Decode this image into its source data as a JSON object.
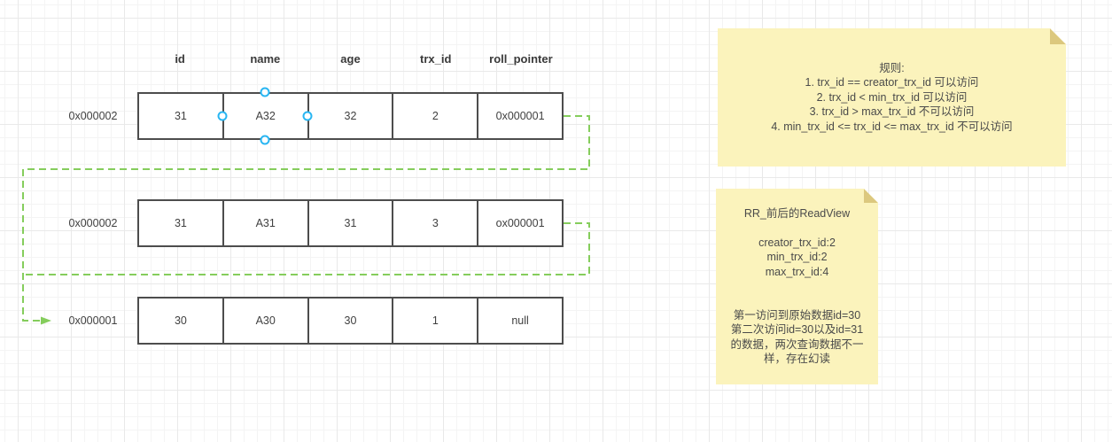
{
  "canvas": {
    "type": "diagram-grid-canvas",
    "grid": true
  },
  "table": {
    "headers": [
      "id",
      "name",
      "age",
      "trx_id",
      "roll_pointer"
    ]
  },
  "rows": [
    {
      "address": "0x000002",
      "cells": [
        "31",
        "A32",
        "32",
        "2",
        "0x000001"
      ],
      "selected_cell": "A32"
    },
    {
      "address": "0x000002",
      "cells": [
        "31",
        "A31",
        "31",
        "3",
        "ox000001"
      ]
    },
    {
      "address": "0x000001",
      "cells": [
        "30",
        "A30",
        "30",
        "1",
        "null"
      ]
    }
  ],
  "connectors": [
    {
      "from": "row-1 roll_pointer",
      "to": "row-3 address 0x000001",
      "style": "dashed",
      "arrow": "right"
    },
    {
      "from": "row-2 roll_pointer",
      "to": "row-3 address 0x000001",
      "style": "dashed"
    }
  ],
  "notes": [
    {
      "text": "规则:\n1. trx_id == creator_trx_id  可以访问\n2. trx_id < min_trx_id 可以访问\n3. trx_id > max_trx_id  不可以访问\n4. min_trx_id <= trx_id <= max_trx_id  不可以访问"
    },
    {
      "text": "RR_前后的ReadView\n\ncreator_trx_id:2\nmin_trx_id:2\nmax_trx_id:4\n\n\n第一访问到原始数据id=30\n第二次访问id=30以及id=31\n的数据，两次查询数据不一\n样，存在幻读"
    }
  ],
  "colors": {
    "connector_green": "#85cd5c",
    "selection_handle_blue": "#29b6f2",
    "shape_border": "#4d4d4d",
    "note_background": "#fbf3bc",
    "note_fold": "#dcc87e",
    "grid_minor": "#f4f4f4",
    "grid_major": "#e9e9e9"
  }
}
